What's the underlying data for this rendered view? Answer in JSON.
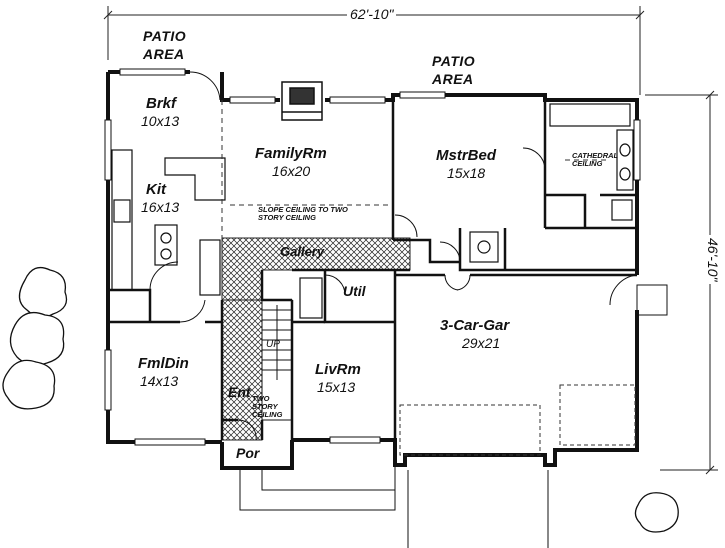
{
  "dimensions": {
    "overall_width": "62'-10\"",
    "overall_depth": "46'-10\""
  },
  "areas": {
    "patio_left": "PATIO AREA",
    "patio_right": "PATIO AREA"
  },
  "rooms": {
    "breakfast": {
      "name": "Brkf",
      "size": "10x13"
    },
    "family": {
      "name": "FamilyRm",
      "size": "16x20"
    },
    "master_bed": {
      "name": "MstrBed",
      "size": "15x18"
    },
    "kitchen": {
      "name": "Kit",
      "size": "16x13"
    },
    "gallery": {
      "name": "Gallery"
    },
    "utility": {
      "name": "Util"
    },
    "garage": {
      "name": "3-Car-Gar",
      "size": "29x21"
    },
    "family_dining": {
      "name": "FmlDin",
      "size": "14x13"
    },
    "living": {
      "name": "LivRm",
      "size": "15x13"
    },
    "entry": {
      "name": "Ent"
    },
    "porch": {
      "name": "Por"
    }
  },
  "notes": {
    "slope_ceiling": "SLOPE CEILING TO TWO STORY CEILING",
    "cathedral_ceiling": "CATHEDRAL CEILING",
    "entry_ceiling": "TWO STORY CEILING",
    "stair": "UP"
  }
}
